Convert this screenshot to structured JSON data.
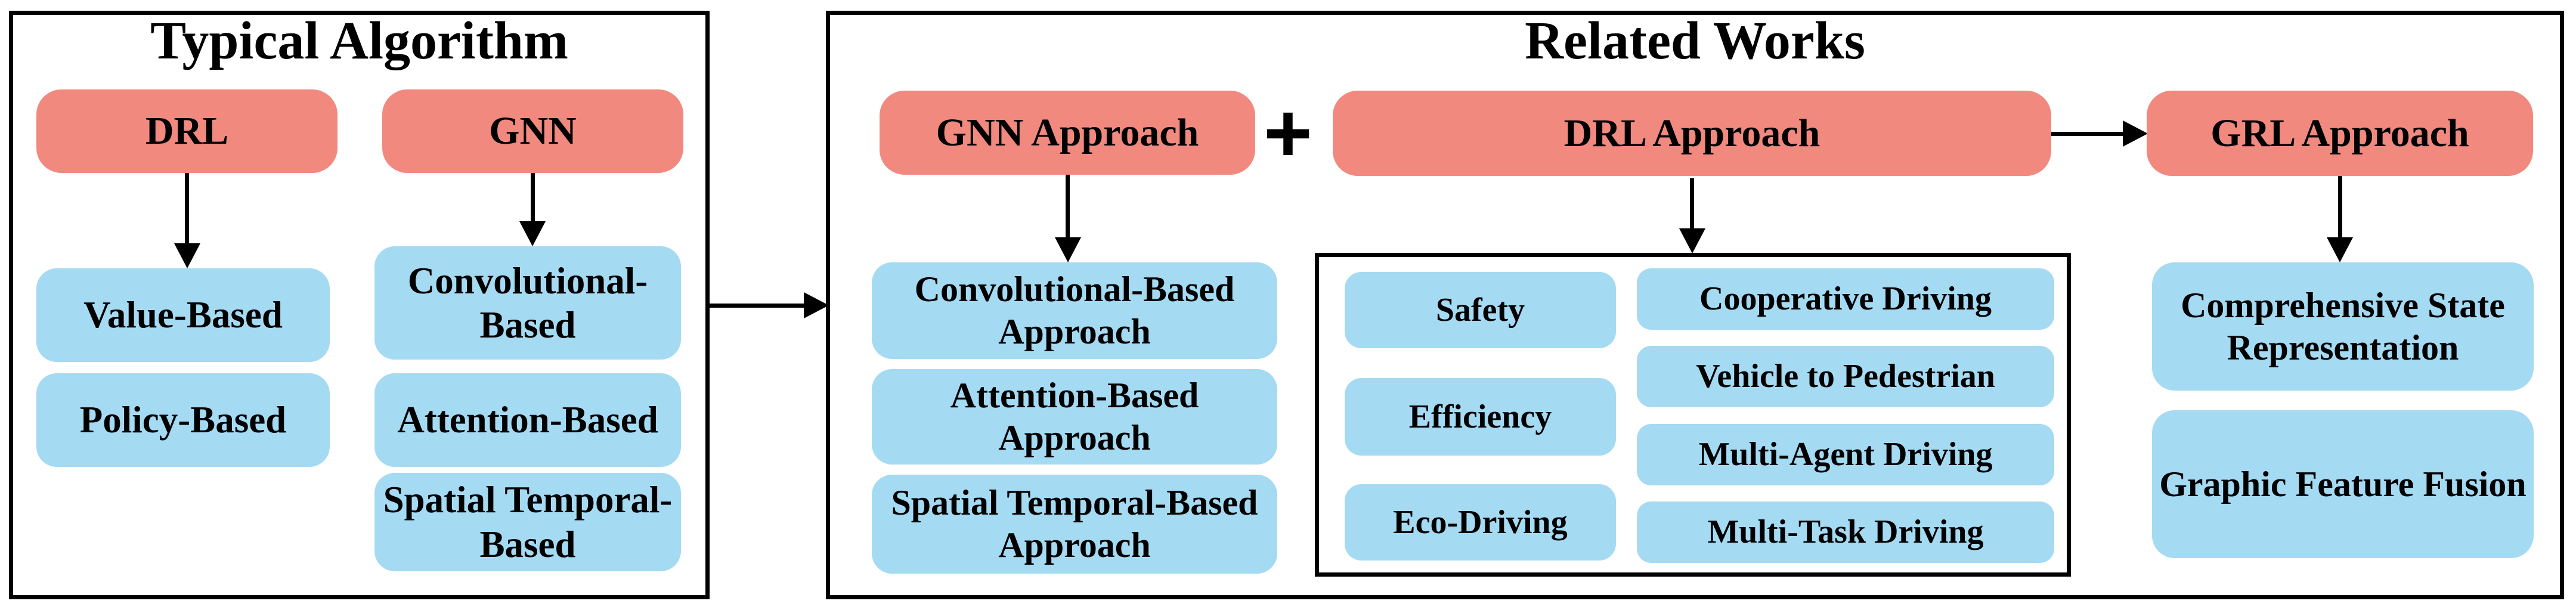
{
  "colors": {
    "node_pink": "#F1897F",
    "node_blue": "#A5DAF3",
    "border_black": "#000000",
    "background_white": "#FFFFFF"
  },
  "typical_algorithm": {
    "title": "Typical Algorithm",
    "drl": {
      "label": "DRL",
      "children": [
        "Value-Based",
        "Policy-Based"
      ]
    },
    "gnn": {
      "label": "GNN",
      "children": [
        "Convolutional-Based",
        "Attention-Based",
        "Spatial Temporal-Based"
      ]
    }
  },
  "related_works": {
    "title": "Related Works",
    "plus": "+",
    "gnn_approach": {
      "label": "GNN Approach",
      "children": [
        "Convolutional-Based Approach",
        "Attention-Based Approach",
        "Spatial Temporal-Based Approach"
      ]
    },
    "drl_approach": {
      "label": "DRL Approach",
      "objectives": [
        "Safety",
        "Efficiency",
        "Eco-Driving"
      ],
      "applications": [
        "Cooperative Driving",
        "Vehicle to Pedestrian",
        "Multi-Agent Driving",
        "Multi-Task Driving"
      ]
    },
    "grl_approach": {
      "label": "GRL Approach",
      "children": [
        "Comprehensive State Representation",
        "Graphic Feature Fusion"
      ]
    }
  }
}
